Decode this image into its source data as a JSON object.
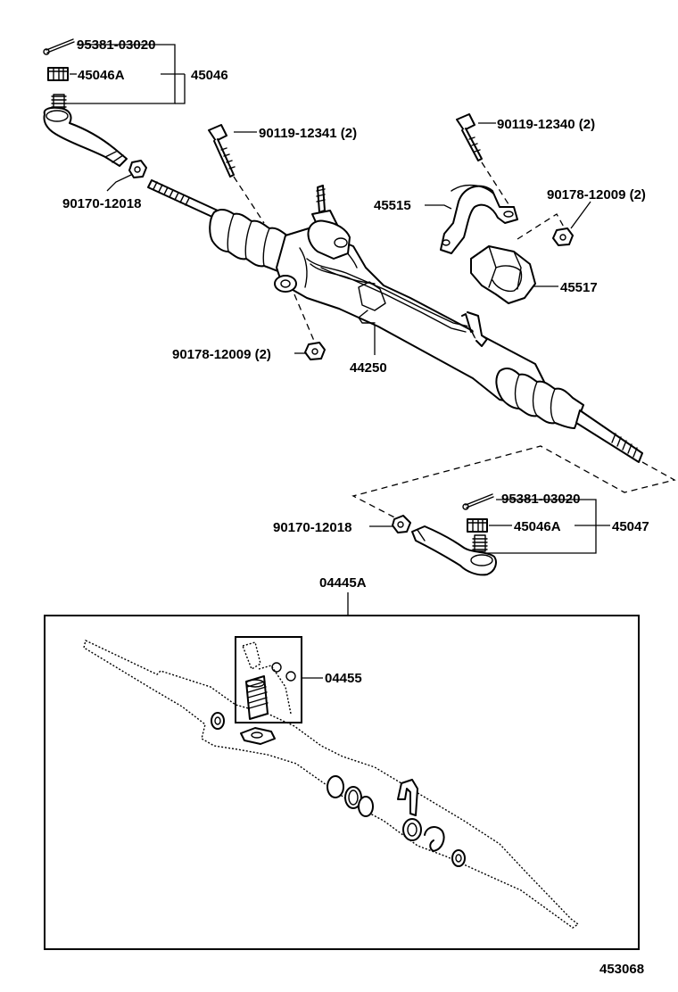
{
  "diagram": {
    "page_code": "453068",
    "parts": {
      "cotter_pin_upper": "95381-03020",
      "nut_upper_sub": "45046A",
      "tie_rod_end_lh": "45046",
      "bolt_rack": "90119-12341 (2)",
      "nut_tie_rod_lh": "90170-12018",
      "bolt_bracket": "90119-12340 (2)",
      "bracket": "45515",
      "nut_bracket": "90178-12009 (2)",
      "bushing": "45517",
      "nut_rack": "90178-12009 (2)",
      "gear_assembly": "44250",
      "cotter_pin_lower": "95381-03020",
      "nut_lower_sub": "45046A",
      "tie_rod_end_rh": "45047",
      "nut_tie_rod_rh": "90170-12018",
      "gasket_kit": "04445A",
      "sub_kit": "04455"
    }
  }
}
